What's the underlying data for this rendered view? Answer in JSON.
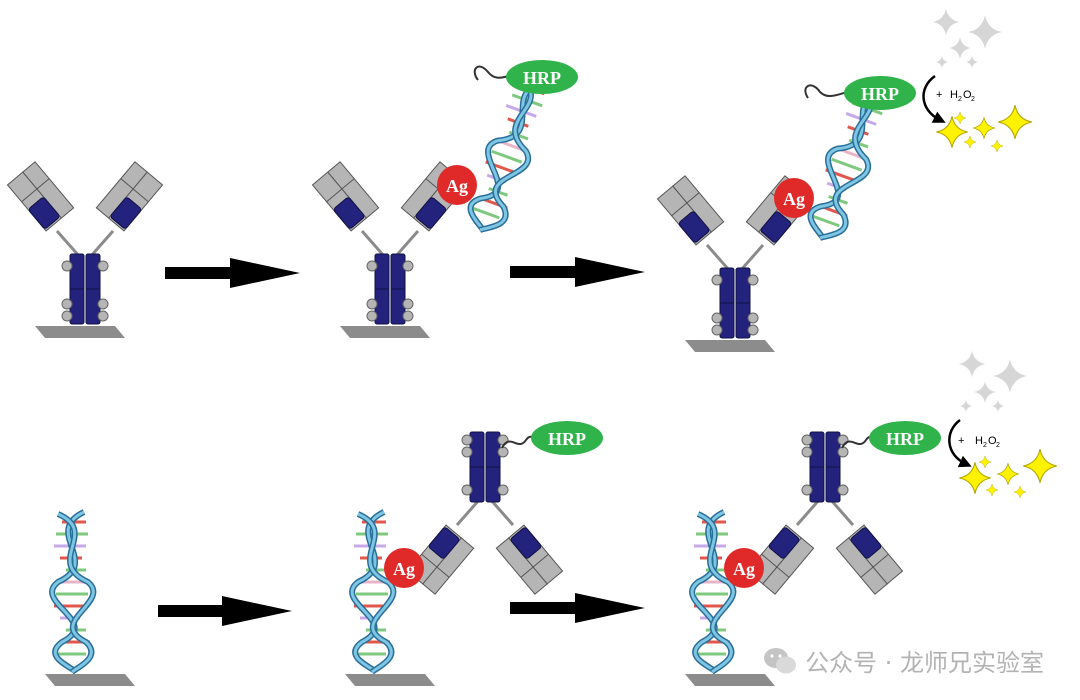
{
  "labels": {
    "hrp": "HRP",
    "antigen": "Ag",
    "substrate_plus": "+",
    "substrate_h": "H",
    "substrate_sub2a": "2",
    "substrate_o": "O",
    "substrate_sub2b": "2"
  },
  "watermark": {
    "text": "公众号 · 龙师兄实验室"
  },
  "colors": {
    "antibody_blue": "#23237d",
    "antibody_grey": "#b5b5b5",
    "hrp_green": "#2fb34a",
    "antigen_red": "#e02a2a",
    "substrate_plate": "#8c8c8c",
    "sparkle_yellow": "#fff200",
    "sparkle_grey": "#d6d6d6",
    "dna_blue": "#4aa3c8"
  },
  "icons": [
    "arrow-right-icon",
    "sparkle-icon",
    "curved-arrow-icon",
    "wechat-logo-icon"
  ]
}
